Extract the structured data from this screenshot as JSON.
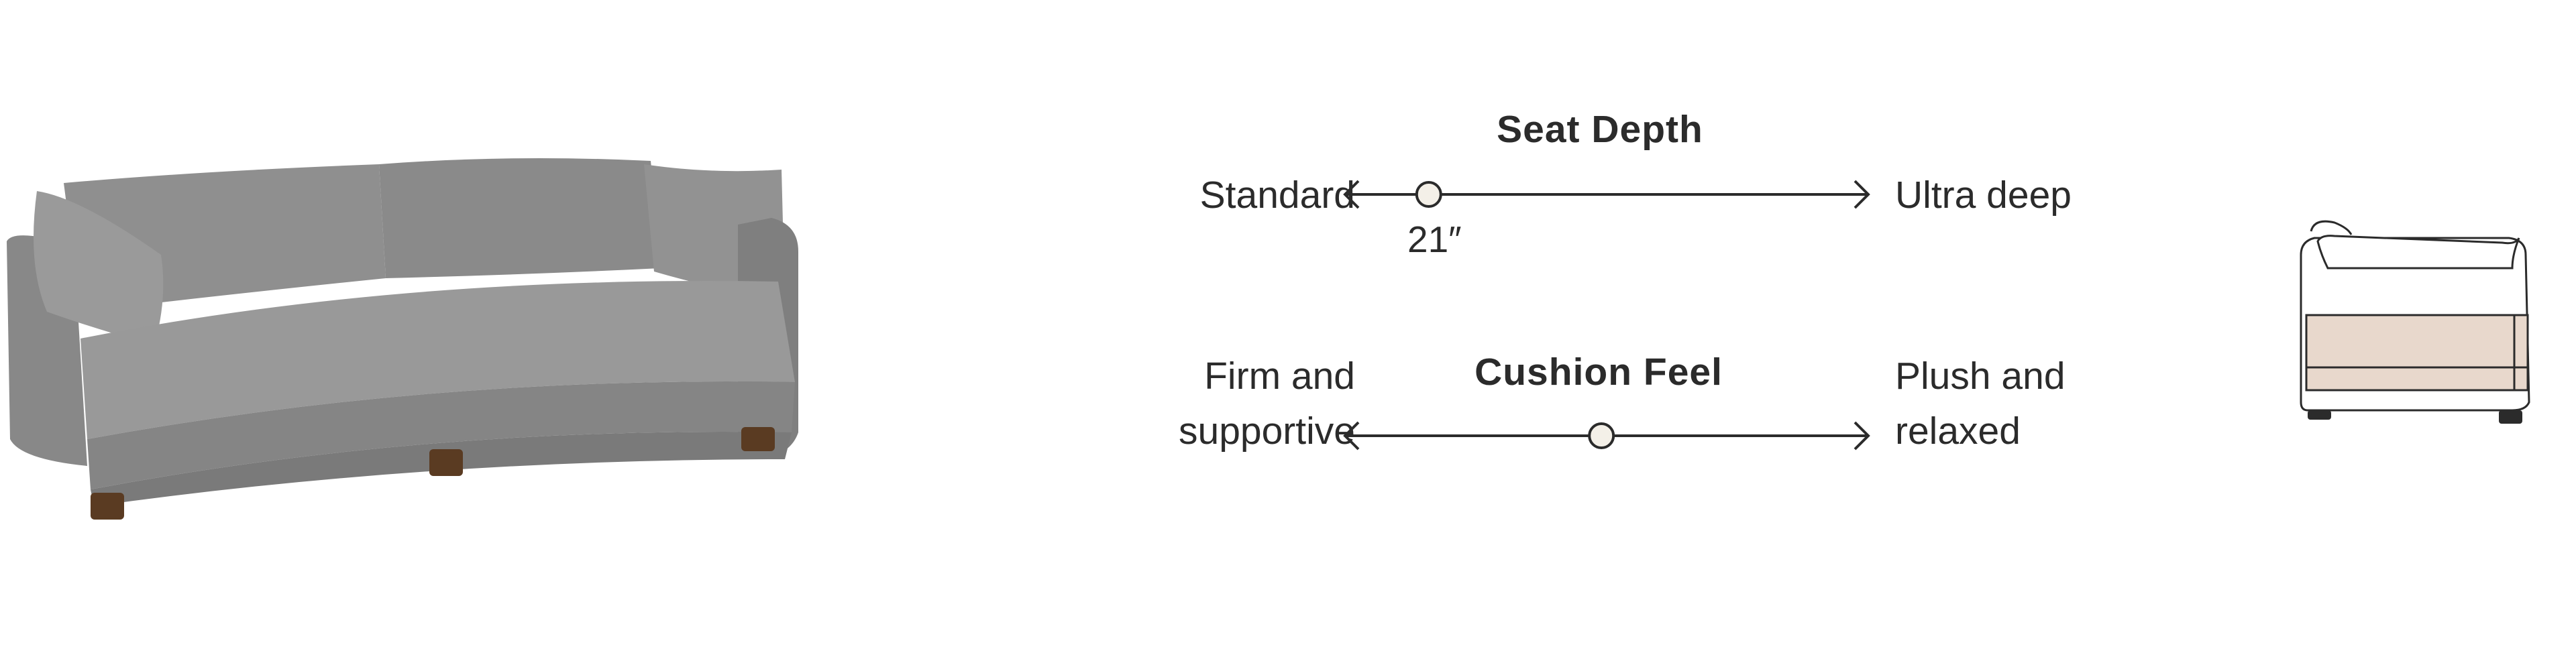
{
  "product_image": {
    "alt": "Gray fabric sofa with rolled arm cushions and wooden legs"
  },
  "specs": [
    {
      "title": "Seat Depth",
      "left_label": "Standard",
      "right_label": "Ultra deep",
      "value_label": "21″",
      "position": 0.16
    },
    {
      "title": "Cushion Feel",
      "left_label_lines": [
        "Firm and",
        "supportive"
      ],
      "right_label_lines": [
        "Plush and",
        "relaxed"
      ],
      "position": 0.49
    }
  ],
  "colors": {
    "line": "#2b2b2b",
    "knob_fill": "#f4f0e8",
    "seat_highlight": "#e8d8cc",
    "sofa": "#8e8e8e"
  },
  "thumbnail": {
    "icon": "sofa-seat-depth-icon"
  }
}
